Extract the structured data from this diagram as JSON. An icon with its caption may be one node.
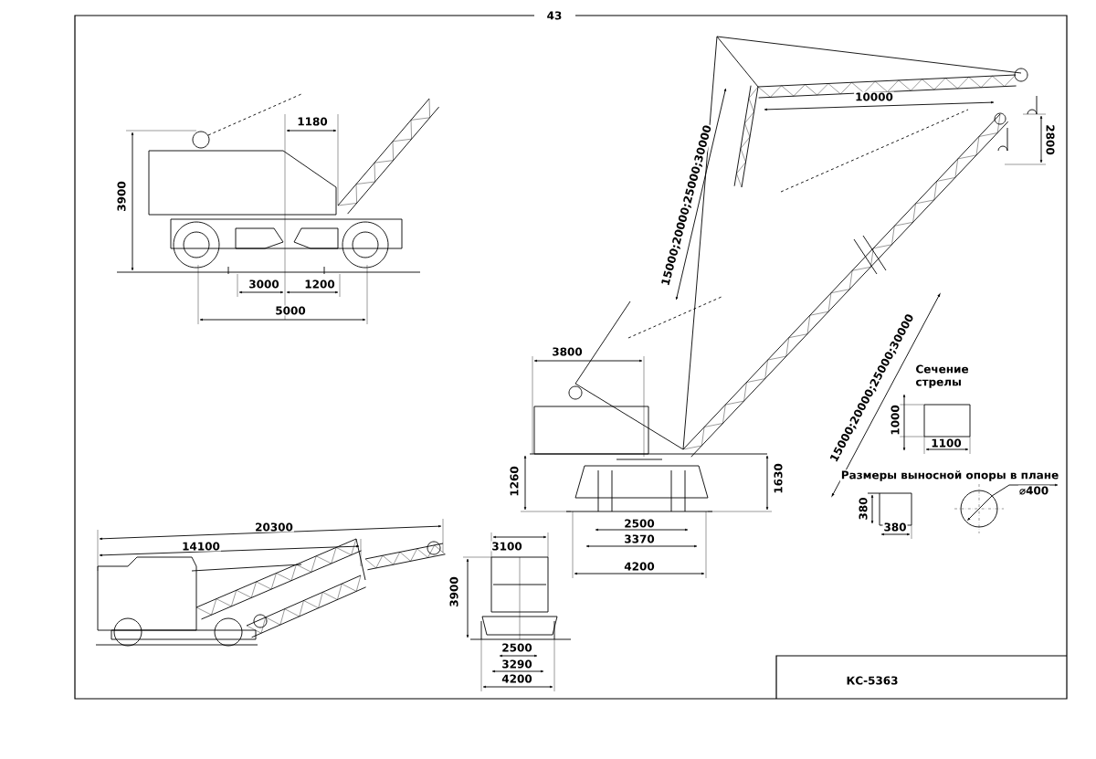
{
  "diagram": {
    "labels": [
      "43",
      "1180",
      "3900",
      "3000",
      "1200",
      "5000",
      "10000",
      "2800",
      "15000;20000;25000;30000",
      "15000;20000;25000;30000",
      "3800",
      "Сечение стрелы",
      "1000",
      "1100",
      "1260",
      "1630",
      "Размеры выносной опоры в плане",
      "380",
      "380",
      "⌀400",
      "2500",
      "3370",
      "4200",
      "20300",
      "14100",
      "3100",
      "3900",
      "2500",
      "3290",
      "4200",
      "КС-5363"
    ]
  }
}
